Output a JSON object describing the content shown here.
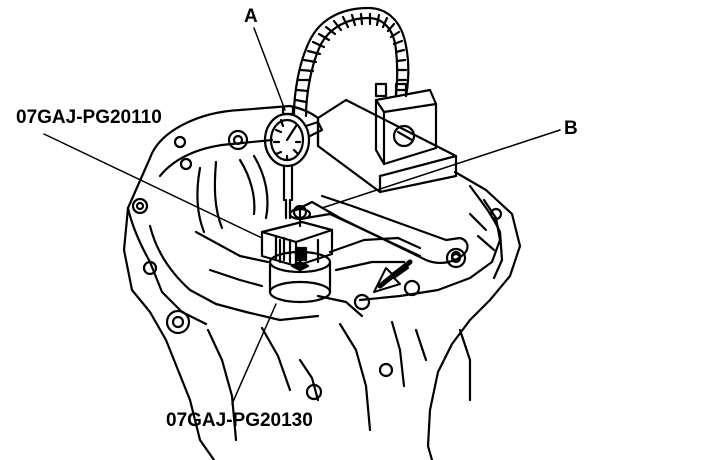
{
  "callouts": {
    "a": "A",
    "b": "B",
    "tool_upper": "07GAJ-PG20110",
    "tool_lower": "07GAJ-PG20130"
  },
  "colors": {
    "line": "#000000",
    "background": "#ffffff"
  }
}
